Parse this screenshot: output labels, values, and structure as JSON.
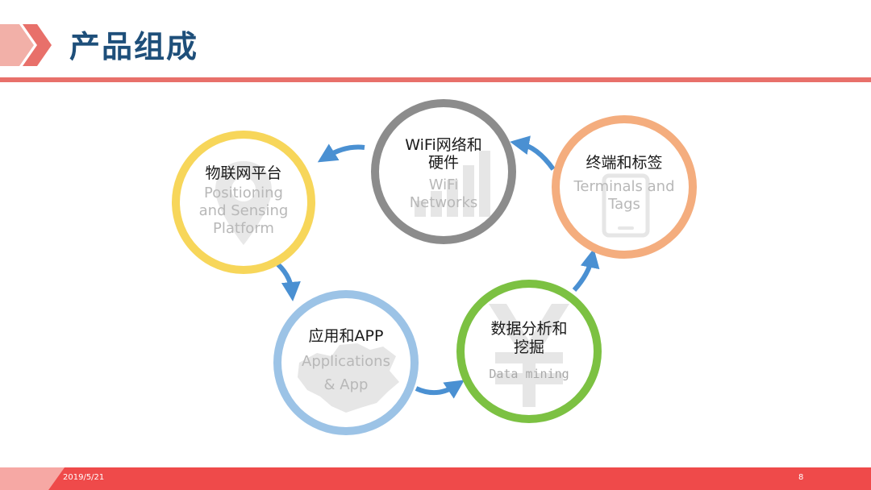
{
  "header": {
    "title": "产品组成"
  },
  "nodes": {
    "platform": {
      "title": "物联网平台",
      "subtitle_1": "Positioning",
      "subtitle_2": "and Sensing",
      "subtitle_3": "Platform",
      "color": "#f7d65a"
    },
    "wifi": {
      "title_1": "WiFi网络和",
      "title_2": "硬件",
      "subtitle_1": "WiFi",
      "subtitle_2": "Networks",
      "color": "#8c8c8c"
    },
    "terminals": {
      "title": "终端和标签",
      "subtitle_1": "Terminals and",
      "subtitle_2": "Tags",
      "color": "#f4ad7e"
    },
    "apps": {
      "title": "应用和APP",
      "subtitle_1": "Applications",
      "subtitle_2": "& App",
      "color": "#9cc3e6"
    },
    "mining": {
      "title_1": "数据分析和",
      "title_2": "挖掘",
      "subtitle": "Data mining",
      "color": "#7cc142"
    }
  },
  "colors": {
    "accent_red": "#e8706a",
    "title_blue": "#1e4f7a",
    "arrow_blue": "#4a90d2",
    "footer_red": "#ef4a4a"
  },
  "footer": {
    "date": "2019/5/21",
    "page_number": "8"
  }
}
